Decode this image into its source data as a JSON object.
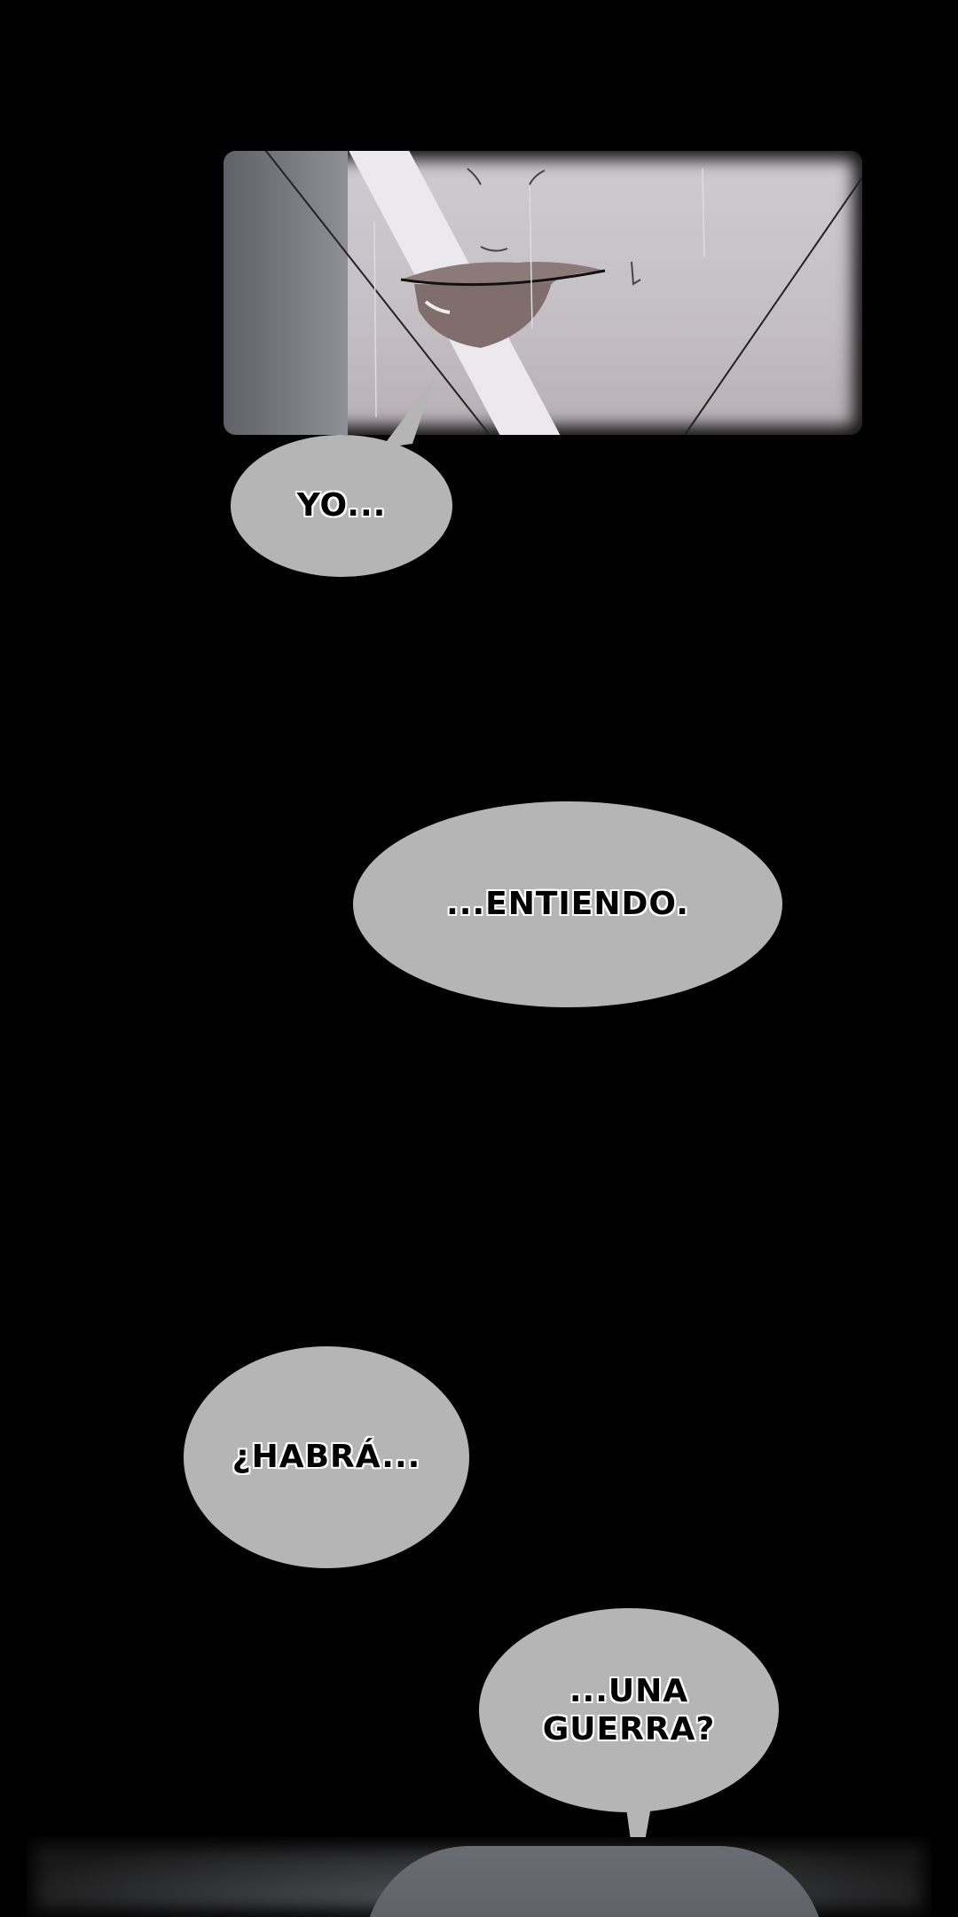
{
  "page": {
    "type": "webtoon-strip",
    "background": "#000000"
  },
  "panels": [
    {
      "id": "panel-face-closeup",
      "description": "close-up of lower face with lips, rain streaks"
    },
    {
      "id": "panel-hair-bottom",
      "description": "partial view of silver-haired character against stone wall"
    }
  ],
  "bubbles": [
    {
      "text": "YO..."
    },
    {
      "text": "...ENTIENDO."
    },
    {
      "text": "¿HABRÁ..."
    },
    {
      "line1": "...UNA",
      "line2": "GUERRA?"
    }
  ],
  "colors": {
    "bubble_fill": "#b5b5b5",
    "text": "#000000",
    "text_outline": "#ffffff"
  }
}
